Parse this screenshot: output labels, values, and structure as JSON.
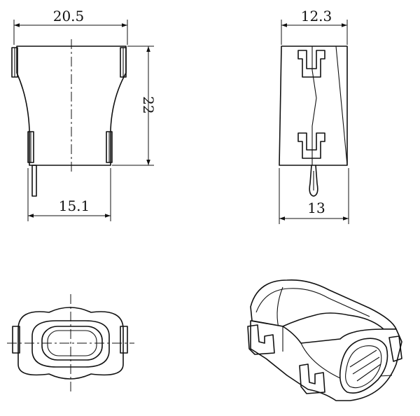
{
  "dimensions": {
    "front_width": "20.5",
    "front_base_width": "15.1",
    "front_height": "22",
    "side_top_width": "12.3",
    "side_bottom_width": "13"
  }
}
